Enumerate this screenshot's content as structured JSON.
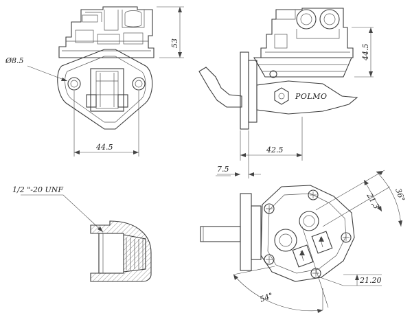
{
  "labels": {
    "hole_diameter": "Ø8.5",
    "height_53": "53",
    "width_44_5": "44.5",
    "height_44_5": "44.5",
    "depth_42_5": "42.5",
    "offset_7_5": "7.5",
    "thread": "1/2 \"-20 UNF",
    "dim_21_3": "21,3",
    "angle_36": "36°",
    "dim_21_20": "21.20",
    "angle_54": "54°",
    "brand": "POLMO"
  }
}
